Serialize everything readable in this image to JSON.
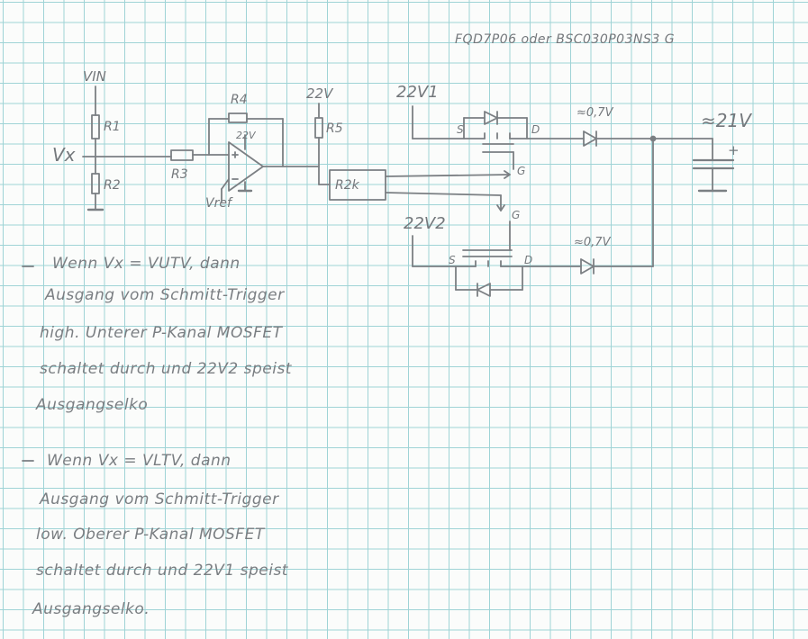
{
  "mosfet_types": "FQD7P06 oder BSC030P03NS3 G",
  "labels": {
    "vin": "VIN",
    "vx": "Vx",
    "r1": "R1",
    "r2": "R2",
    "r3": "R3",
    "r4": "R4",
    "r5": "R5",
    "r2k": "R2k",
    "opamp_supply": "22V",
    "vref": "Vref",
    "supply_r5": "22V",
    "v1": "22V1",
    "v2": "22V2",
    "s_top": "S",
    "d_top": "D",
    "g_top": "G",
    "g_bot": "G",
    "s_bot": "S",
    "d_bot": "D",
    "diode_top": "≈0,7V",
    "diode_bot": "≈0,7V",
    "out": "≈21V",
    "plus": "+"
  },
  "notes": [
    {
      "lines": [
        "Wenn Vx = VUTV, dann",
        "Ausgang vom Schmitt-Trigger",
        "high. Unterer P-Kanal MOSFET",
        "schaltet durch und 22V2 speist",
        "Ausgangselko"
      ]
    },
    {
      "lines": [
        "Wenn Vx = VLTV, dann",
        "Ausgang vom Schmitt-Trigger",
        "low. Oberer P-Kanal MOSFET",
        "schaltet durch und 22V1 speist",
        "Ausgangselko."
      ]
    }
  ]
}
